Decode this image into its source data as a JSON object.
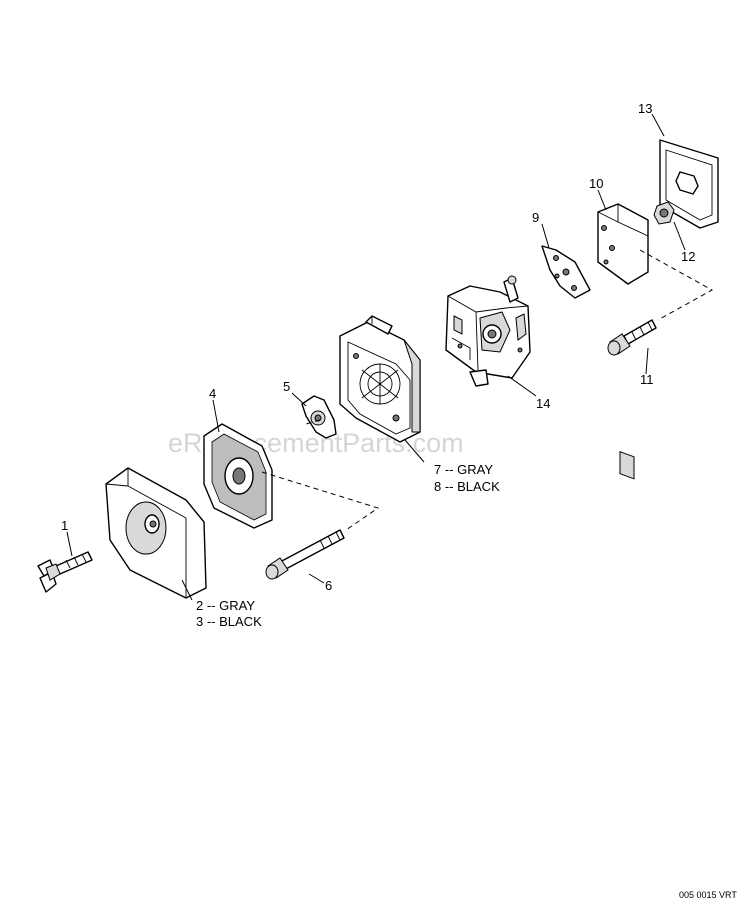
{
  "watermark": "eReplacementParts.com",
  "drawing_code": "005 0015 VRT",
  "labels": {
    "p1": "1",
    "p2": "2 -- GRAY",
    "p3": "3 -- BLACK",
    "p4": "4",
    "p5": "5",
    "p6": "6",
    "p7": "7 -- GRAY",
    "p8": "8 -- BLACK",
    "p9": "9",
    "p10": "10",
    "p11": "11",
    "p12": "12",
    "p13": "13",
    "p14": "14"
  }
}
